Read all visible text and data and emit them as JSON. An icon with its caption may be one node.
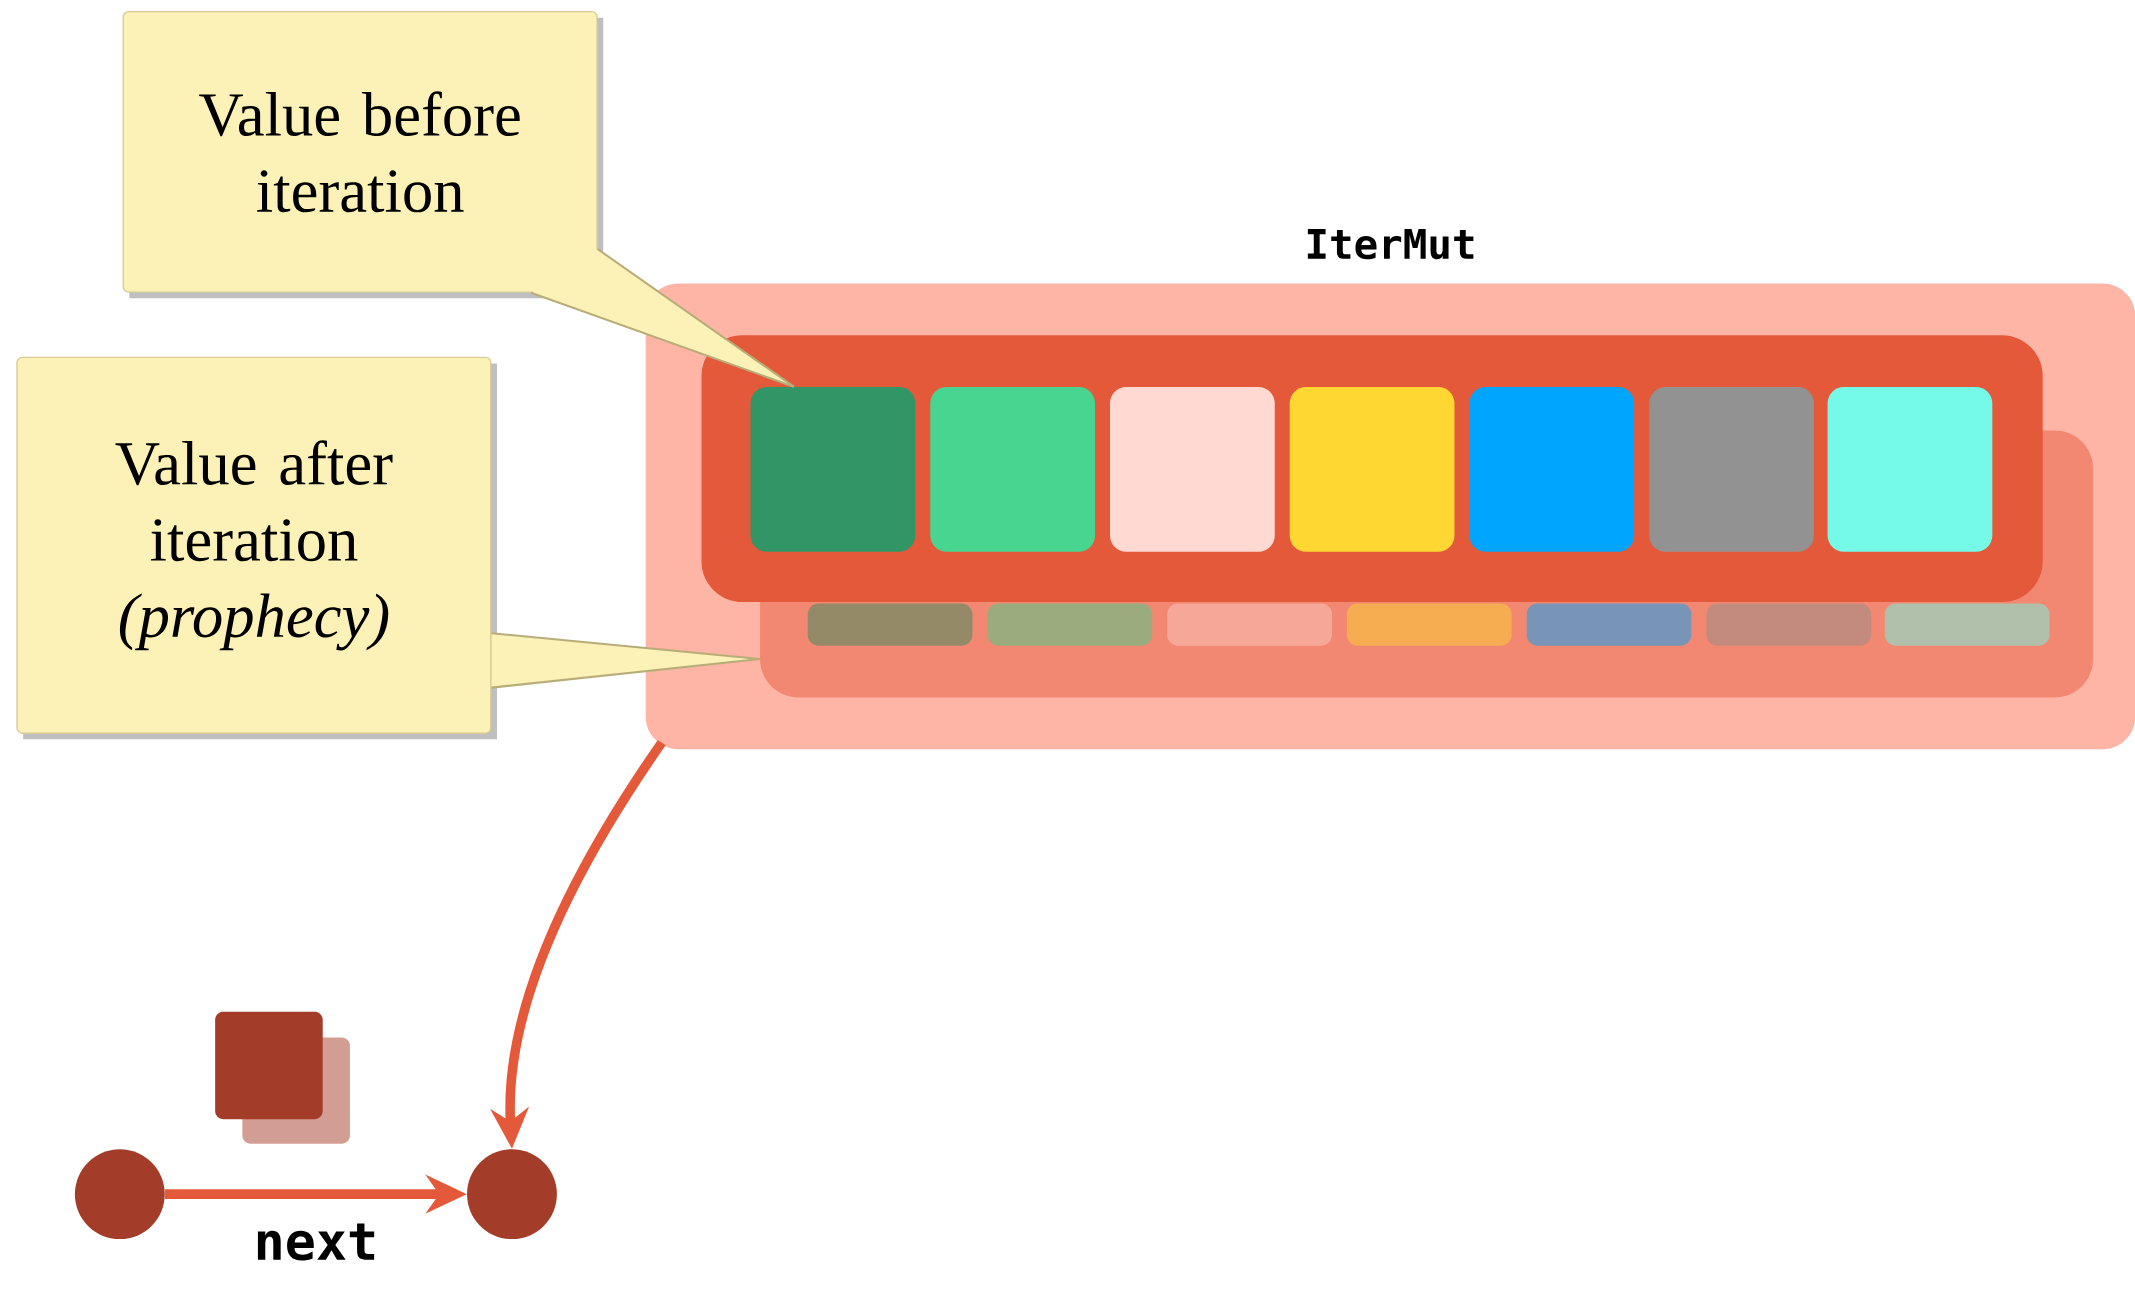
{
  "diagram": {
    "nodes": [
      {
        "text": [
          "Value before iteration"
        ]
      },
      {
        "text": [
          "Value after iteration *(prophecy)*"
        ]
      },
      {
        "text": [
          "IterMut"
        ]
      },
      {
        "text": [],
        "shape": "box",
        "in": 2
      },
      {
        "text": [],
        "shape": "box",
        "in": 3
      },
      {
        "text": [],
        "shape": "box",
        "in": 3
      },
      {
        "text": [],
        "shape": "box",
        "in": 3
      },
      {
        "text": [],
        "shape": "box",
        "in": 3
      },
      {
        "text": [],
        "shape": "box",
        "in": 3
      },
      {
        "text": [],
        "shape": "box",
        "in": 3
      },
      {
        "text": [],
        "shape": "box",
        "in": 3
      },
      {
        "text": [],
        "shape": "box",
        "in": 2
      },
      {
        "text": [],
        "shape": "box",
        "in": 11
      },
      {
        "text": [],
        "shape": "box",
        "in": 11
      },
      {
        "text": [],
        "shape": "box",
        "in": 11
      },
      {
        "text": [],
        "shape": "box",
        "in": 11
      },
      {
        "text": [],
        "shape": "box",
        "in": 11
      },
      {
        "text": [],
        "shape": "box",
        "in": 11
      },
      {
        "text": [],
        "shape": "box",
        "in": 11
      },
      {
        "text": [],
        "shape": "circle"
      },
      {
        "text": [],
        "shape": "circle"
      }
    ],
    "edges": [
      {
        "from": 19,
        "to": 20,
        "arrow": "to",
        "label": "next",
        "style": "thick",
        "color": "#e5593b"
      },
      {
        "from": 2,
        "to": 20,
        "arrow": "to",
        "style": "thick",
        "color": "#e5593b"
      },
      {
        "from": 0,
        "to": 4,
        "arrow": "none"
      },
      {
        "from": 1,
        "to": 11,
        "arrow": "none"
      }
    ]
  }
}
